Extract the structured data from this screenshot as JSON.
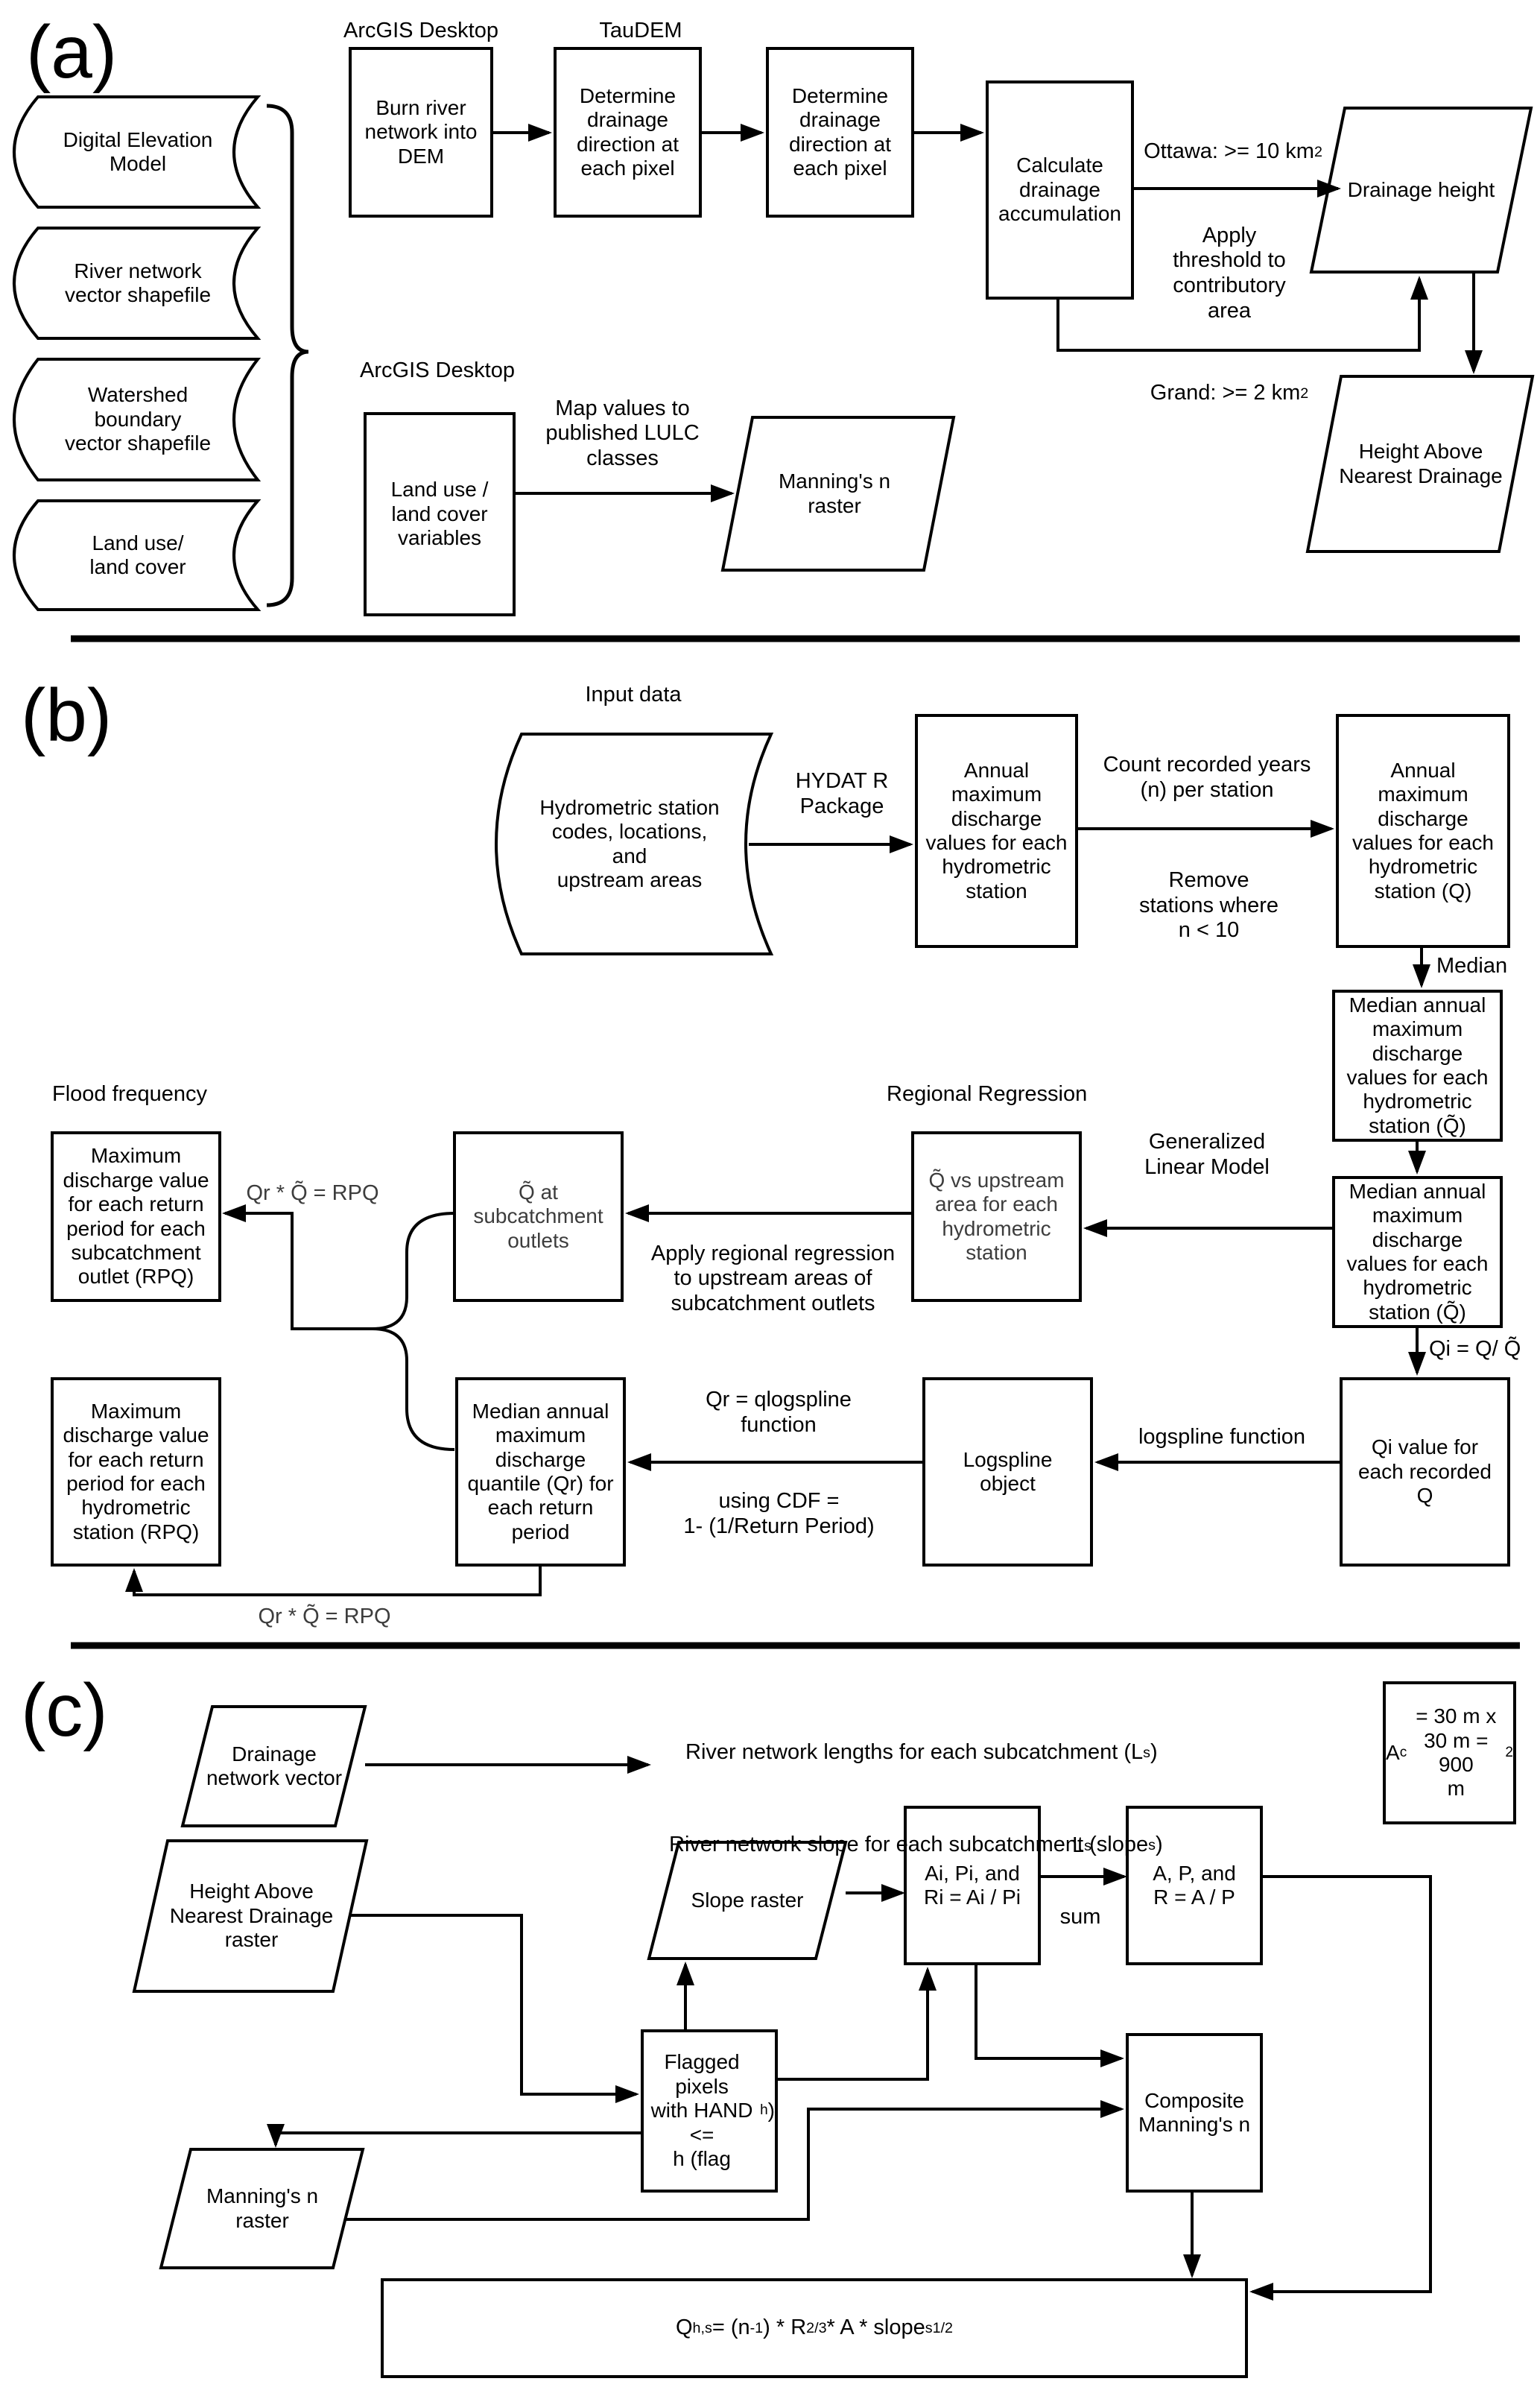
{
  "a": {
    "panel_label": "(a)",
    "tools": {
      "arcgis_top": "ArcGIS Desktop",
      "taudem": "TauDEM",
      "arcgis_mid": "ArcGIS Desktop"
    },
    "inputs": {
      "dem": "Digital Elevation\nModel",
      "river": "River network\nvector shapefile",
      "watershed": "Watershed\nboundary\nvector shapefile",
      "lulc": "Land use/\nland cover"
    },
    "nodes": {
      "burn": "Burn river\nnetwork into\nDEM",
      "det1": "Determine\ndrainage\ndirection at\neach pixel",
      "det2": "Determine\ndrainage\ndirection at\neach pixel",
      "calc": "Calculate\ndrainage\naccumulation",
      "drainage_height": "Drainage height",
      "hand": "Height Above\nNearest Drainage",
      "lulc_vars": "Land use /\nland cover\nvariables",
      "mannings": "Manning's n\nraster"
    },
    "edge_labels": {
      "ottawa_html": "Ottawa: &gt;= 10 km<sup>2</sup>",
      "apply_threshold": "Apply\nthreshold to\ncontributory\narea",
      "grand_html": "Grand: &gt;= 2 km<sup>2</sup>",
      "map_values": "Map values to\npublished LULC\nclasses"
    }
  },
  "b": {
    "panel_label": "(b)",
    "section_labels": {
      "input_data": "Input data",
      "flood_frequency": "Flood frequency",
      "regional_regression": "Regional Regression"
    },
    "nodes": {
      "hydro_input": "Hydrometric station\ncodes, locations,\nand\nupstream areas",
      "annual_max": "Annual\nmaximum\ndischarge\nvalues for each\nhydrometric\nstation",
      "annual_max_q": "Annual\nmaximum\ndischarge\nvalues for each\nhydrometric\nstation (Q)",
      "median_annual_1": "Median annual\nmaximum\ndischarge\nvalues for each\nhydrometric\nstation (Q̃)",
      "median_annual_2": "Median annual\nmaximum\ndischarge\nvalues for each\nhydrometric\nstation (Q̃)",
      "q_vs_upstream": "Q̃ vs upstream\narea for each\nhydrometric\nstation",
      "q_at_outlets": "Q̃ at\nsubcatchment\noutlets",
      "rpq_outlet": "Maximum\ndischarge value\nfor each return\nperiod for each\nsubcatchment\noutlet (RPQ)",
      "rpq_station": "Maximum\ndischarge value\nfor each return\nperiod for each\nhydrometric\nstation (RPQ)",
      "qr_quantile": "Median annual\nmaximum\ndischarge\nquantile (Qr) for\neach return\nperiod",
      "logspline_object": "Logspline\nobject",
      "qi_value": "Qi value for\neach recorded\nQ"
    },
    "edge_labels": {
      "hydat": "HYDAT R\nPackage",
      "count_years": "Count recorded years\n(n) per station",
      "remove_stations": "Remove\nstations where\nn < 10",
      "median": "Median",
      "qi_eq": "Qi = Q/ Q̃",
      "glm": "Generalized\nLinear Model",
      "apply_rr": "Apply regional regression\nto upstream areas of\nsubcatchment outlets",
      "qr_rpq_1": "Qr * Q̃ = RPQ",
      "qr_rpq_2": "Qr * Q̃ = RPQ",
      "logspline_fn": "logspline function",
      "qr_qlogspline": "Qr = qlogspline\nfunction",
      "using_cdf": "using CDF =\n1- (1/Return Period)"
    }
  },
  "c": {
    "panel_label": "(c)",
    "nodes": {
      "drainage_vector": "Drainage\nnetwork vector",
      "ac_html": "A<sub>c</sub> = 30 m x\n30 m = 900\nm<sup>2</sup>",
      "hand_raster": "Height Above\nNearest Drainage\nraster",
      "slope_raster": "Slope raster",
      "aipi_html": "Ai, Pi, and\nRi = Ai / Pi",
      "apr_html": "A, P, and\nR = A / P",
      "flagged_html": "Flagged pixels\nwith HAND &lt;=\nh (flag<sub>h</sub>)",
      "composite": "Composite\nManning's n",
      "mannings_raster": "Manning's n\nraster",
      "q_formula_html": "Q<sub>h,s</sub> = (n<sup>-1</sup>) * R<sup>2/3</sup> * A * slope<sub>s</sub><sup>1/2</sup>"
    },
    "edge_labels": {
      "river_lengths_html": "River network lengths for each subcatchment (L<sub>s</sub>)",
      "river_slope_html": "River network slope for each subcatchment (slope<sub>s</sub>)",
      "ls_html": "L<sub>s</sub>",
      "sum": "sum"
    }
  }
}
